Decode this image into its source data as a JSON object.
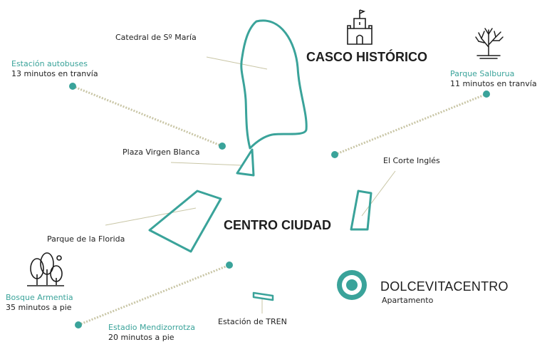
{
  "colors": {
    "accent": "#3aa39a",
    "route": "#c9c6a6",
    "text": "#222222"
  },
  "districts": {
    "casco": "CASCO HISTÓRICO",
    "centro": "CENTRO CIUDAD"
  },
  "landmarks": {
    "catedral": "Catedral de Sº María",
    "plaza": "Plaza Virgen Blanca",
    "corte": "El Corte Inglés",
    "florida": "Parque de la Florida",
    "tren": "Estación de TREN"
  },
  "routes": {
    "autobuses": {
      "name": "Estación autobuses",
      "time": "13 minutos en tranvía"
    },
    "salburua": {
      "name": "Parque Salburua",
      "time": "11 minutos en tranvía"
    },
    "armentia": {
      "name": "Bosque Armentia",
      "time": "35 minutos a pie"
    },
    "mendizorrotza": {
      "name": "Estadio Mendizorrotza",
      "time": "20 minutos a pie"
    }
  },
  "brand": {
    "name": "DOLCEVITACENTRO",
    "subtitle": "Apartamento"
  },
  "icons": [
    "castle-icon",
    "tree-icon",
    "forest-icon",
    "location-pin-icon"
  ]
}
